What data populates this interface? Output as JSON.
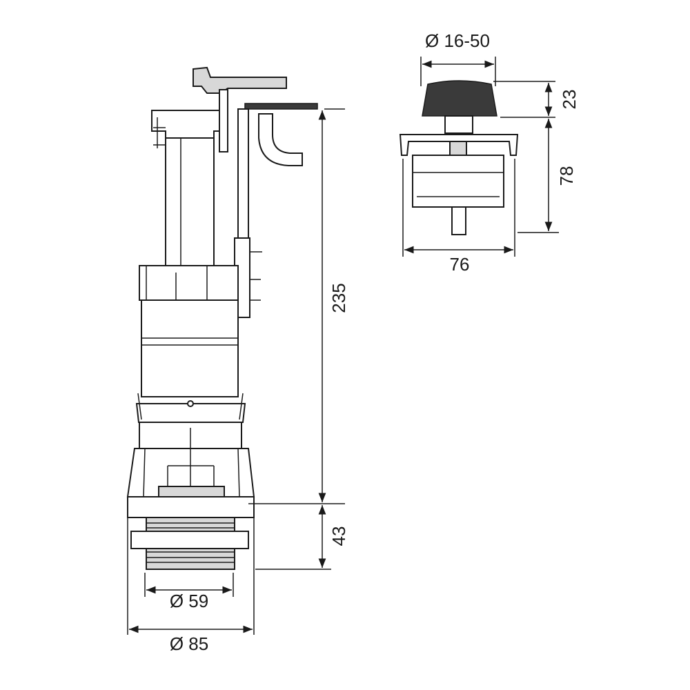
{
  "dimensions": {
    "button_diameter": "Ø 16-50",
    "button_cap_height": "23",
    "button_body_height": "78",
    "button_width": "76",
    "valve_height": "235",
    "thread_height": "43",
    "thread_diameter": "Ø 59",
    "flange_diameter": "Ø 85"
  },
  "colors": {
    "line": "#1a1a1a",
    "fill": "#d8d8d8"
  }
}
